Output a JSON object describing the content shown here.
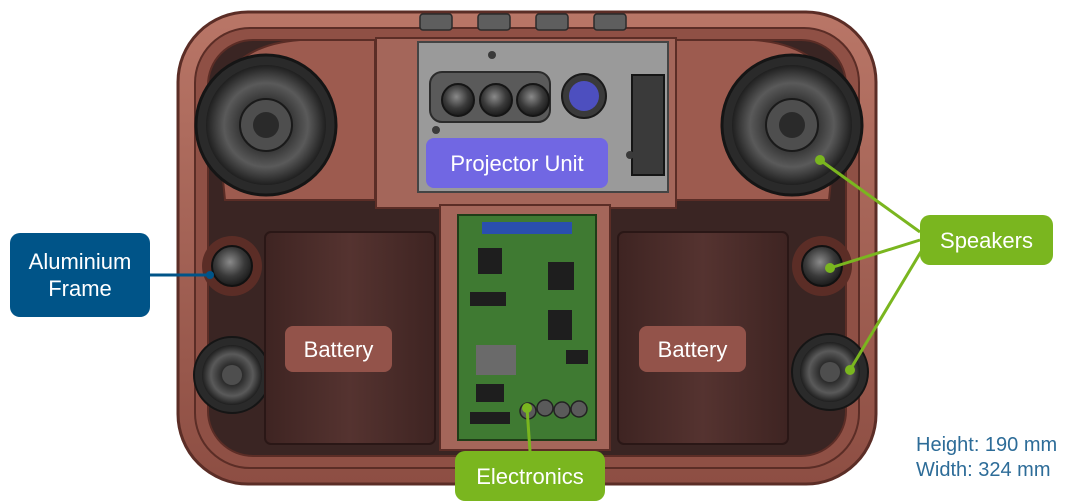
{
  "labels": {
    "projector_unit": "Projector Unit",
    "aluminium_frame_line1": "Aluminium",
    "aluminium_frame_line2": "Frame",
    "speakers": "Speakers",
    "battery_left": "Battery",
    "battery_right": "Battery",
    "electronics": "Electronics"
  },
  "dimensions": {
    "height": "Height: 190 mm",
    "width": "Width: 324 mm"
  },
  "colors": {
    "frame_copper": "#a8685a",
    "frame_dark": "#6f3a31",
    "battery_body": "#4a2b28",
    "callout_blue": "#005488",
    "callout_green": "#7ab61f",
    "projector_label": "#7167e3",
    "battery_label": "#93534a",
    "pcb_green": "#3f7a32",
    "dimension_text": "#2d6c98"
  }
}
